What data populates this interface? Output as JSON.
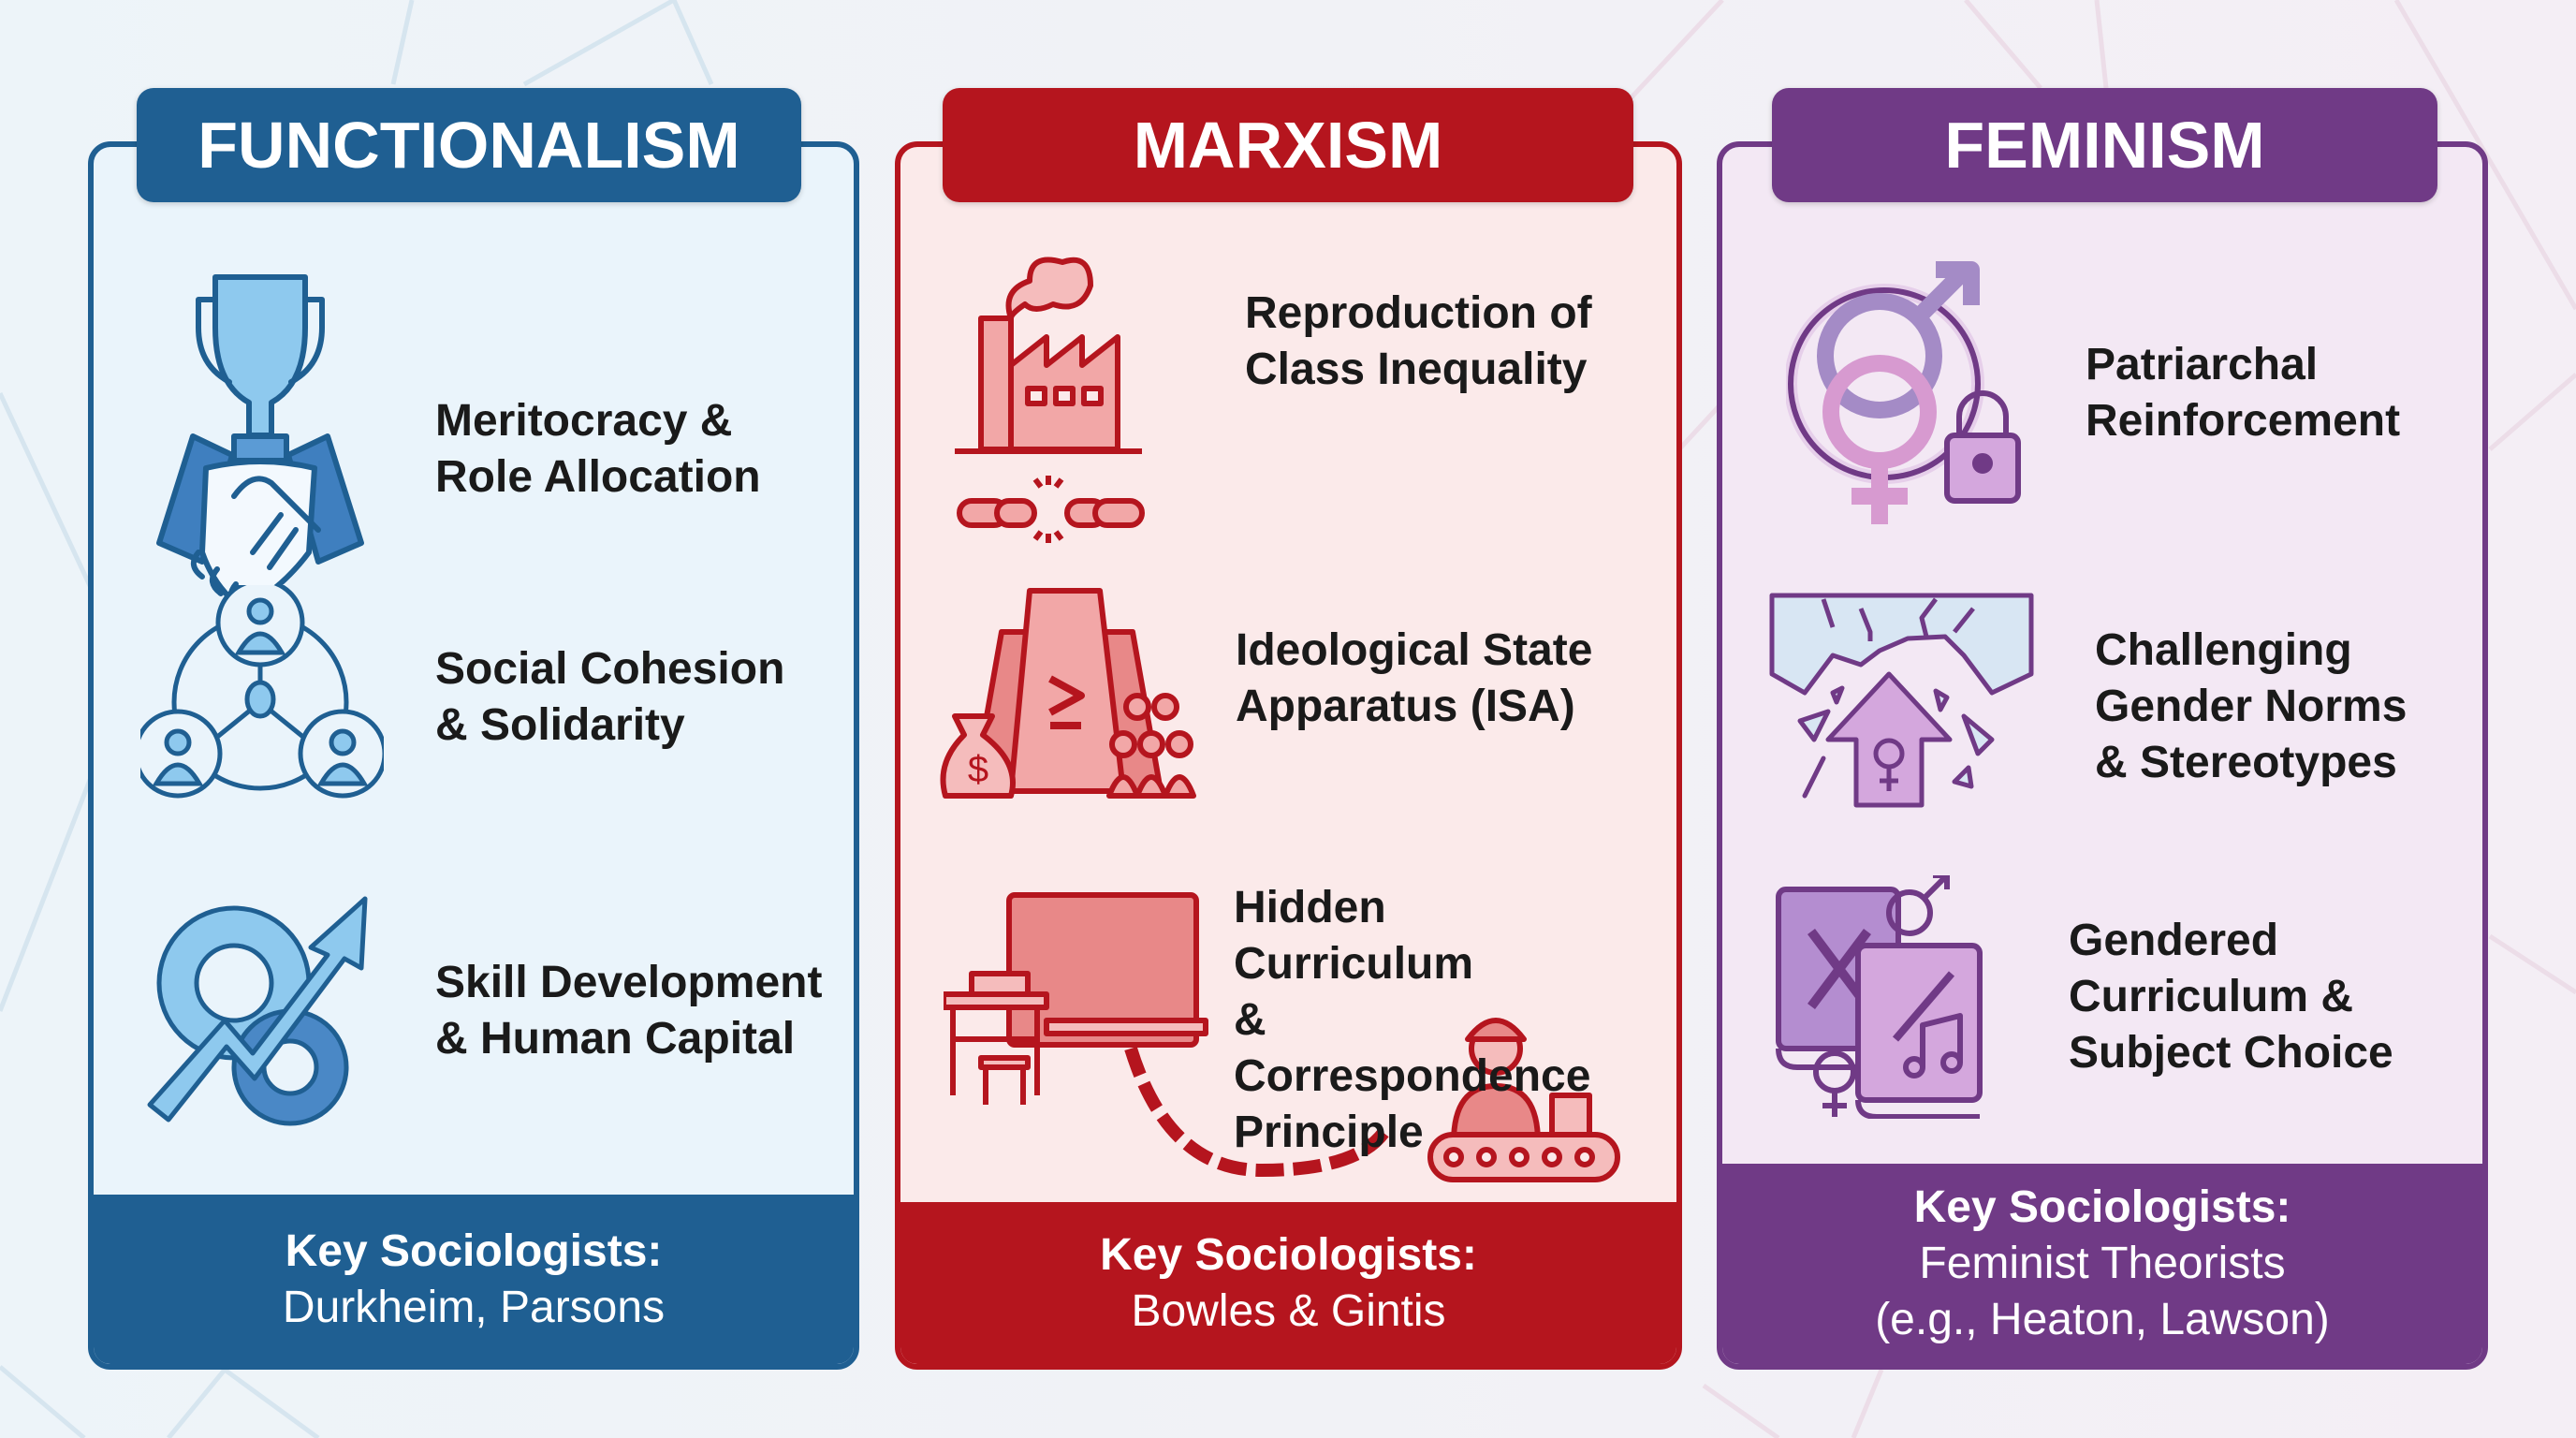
{
  "colors": {
    "functionalism": "#1f5f92",
    "marxism": "#b5151e",
    "feminism": "#703a86",
    "text": "#1a1a1a"
  },
  "columns": [
    {
      "title": "FUNCTIONALISM",
      "items": [
        {
          "icon": "trophy-handshake-icon",
          "label": "Meritocracy &\nRole Allocation"
        },
        {
          "icon": "connected-people-network-icon",
          "label": "Social Cohesion\n& Solidarity"
        },
        {
          "icon": "gears-growth-arrow-icon",
          "label": "Skill Development\n& Human Capital"
        }
      ],
      "footer": {
        "title": "Key Sociologists:",
        "names": "Durkheim, Parsons"
      }
    },
    {
      "title": "MARXISM",
      "items": [
        {
          "icon": "factory-broken-chain-icon",
          "label": "Reproduction of\nClass Inequality"
        },
        {
          "icon": "ideology-monument-money-people-icon",
          "label": "Ideological State\nApparatus (ISA)"
        },
        {
          "icon": "classroom-chain-worker-icon",
          "label": "Hidden Curriculum\n& Correspondence\nPrinciple"
        }
      ],
      "footer": {
        "title": "Key Sociologists:",
        "names": "Bowles & Gintis"
      }
    },
    {
      "title": "FEMINISM",
      "items": [
        {
          "icon": "gender-symbols-lock-icon",
          "label": "Patriarchal\nReinforcement"
        },
        {
          "icon": "broken-glass-ceiling-arrow-icon",
          "label": "Challenging\nGender Norms\n& Stereotypes"
        },
        {
          "icon": "gendered-books-icon",
          "label": "Gendered\nCurriculum &\nSubject Choice"
        }
      ],
      "footer": {
        "title": "Key Sociologists:",
        "names": "Feminist Theorists\n(e.g., Heaton, Lawson)"
      }
    }
  ]
}
